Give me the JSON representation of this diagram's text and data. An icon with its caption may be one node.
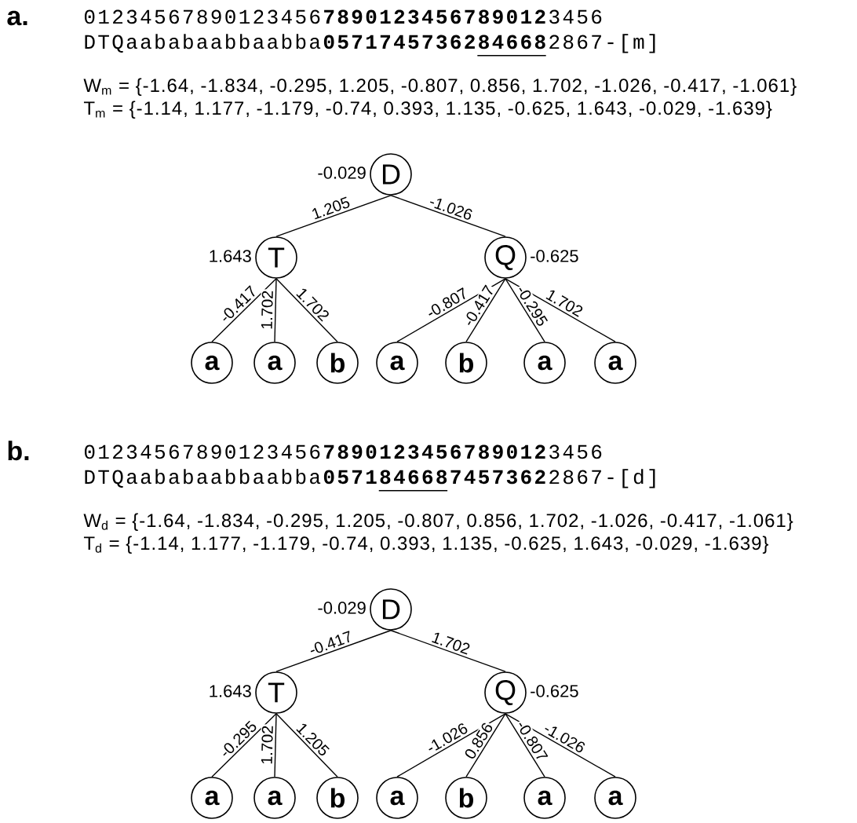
{
  "diagram": {
    "nodes": [
      {
        "text": [
          "D"
        ],
        "beside": [
          "-0.029"
        ]
      },
      {
        "text": [
          "T"
        ],
        "beside": [
          "1.643"
        ]
      },
      {
        "text": [
          "Q"
        ],
        "beside": [
          "-0.625"
        ]
      },
      {
        "text": [
          "a"
        ]
      },
      {
        "text": [
          "a"
        ]
      },
      {
        "text": [
          "b"
        ]
      },
      {
        "text": [
          "a"
        ]
      },
      {
        "text": [
          "b"
        ]
      },
      {
        "text": [
          "a"
        ]
      },
      {
        "text": [
          "a"
        ]
      },
      {
        "text": [
          "D"
        ],
        "beside": [
          "-0.029"
        ]
      },
      {
        "text": [
          "T"
        ],
        "beside": [
          "1.643"
        ]
      },
      {
        "text": [
          "Q"
        ],
        "beside": [
          "-0.625"
        ]
      },
      {
        "text": [
          "a"
        ]
      },
      {
        "text": [
          "a"
        ]
      },
      {
        "text": [
          "b"
        ]
      },
      {
        "text": [
          "a"
        ]
      },
      {
        "text": [
          "b"
        ]
      },
      {
        "text": [
          "a"
        ]
      },
      {
        "text": [
          "a"
        ]
      }
    ],
    "edges": [
      {
        "from": 0,
        "to": 1,
        "arrow": "none",
        "label": "1.205"
      },
      {
        "from": 0,
        "to": 2,
        "arrow": "none",
        "label": "-1.026"
      },
      {
        "from": 1,
        "to": 3,
        "arrow": "none",
        "label": "-0.417"
      },
      {
        "from": 1,
        "to": 4,
        "arrow": "none",
        "label": "1.702"
      },
      {
        "from": 1,
        "to": 5,
        "arrow": "none",
        "label": "1.702"
      },
      {
        "from": 2,
        "to": 6,
        "arrow": "none",
        "label": "-0.807"
      },
      {
        "from": 2,
        "to": 7,
        "arrow": "none",
        "label": "-0.417"
      },
      {
        "from": 2,
        "to": 8,
        "arrow": "none",
        "label": "-0.295"
      },
      {
        "from": 2,
        "to": 9,
        "arrow": "none",
        "label": "1.702"
      },
      {
        "from": 10,
        "to": 11,
        "arrow": "none",
        "label": "-0.417"
      },
      {
        "from": 10,
        "to": 12,
        "arrow": "none",
        "label": "1.702"
      },
      {
        "from": 11,
        "to": 13,
        "arrow": "none",
        "label": "-0.295"
      },
      {
        "from": 11,
        "to": 14,
        "arrow": "none",
        "label": "1.702"
      },
      {
        "from": 11,
        "to": 15,
        "arrow": "none",
        "label": "1.205"
      },
      {
        "from": 12,
        "to": 16,
        "arrow": "none",
        "label": "-1.026"
      },
      {
        "from": 12,
        "to": 17,
        "arrow": "none",
        "label": "0.856"
      },
      {
        "from": 12,
        "to": 18,
        "arrow": "none",
        "label": "-0.807"
      },
      {
        "from": 12,
        "to": 19,
        "arrow": "none",
        "label": "-1.026"
      }
    ],
    "labels": [
      "a.",
      "01234567890123456**7890123456789012**3456",
      "DTQaababaabbaabba**0571745736284668**2867-[m]",
      "W$_{m}$ = {-1.64, -1.834, -0.295, 1.205, -0.807, 0.856, 1.702, -1.026, -0.417, -1.061}",
      "T$_{m}$ = {-1.14, 1.177, -1.179, -0.74, 0.393, 1.135, -0.625, 1.643, -0.029, -1.639}",
      "b.",
      "01234567890123456**7890123456789012**3456",
      "DTQaababaabbaabba**0571846687457362**2867-[d]",
      "W$_{d}$ = {-1.64, -1.834, -0.295, 1.205, -0.807, 0.856, 1.702, -1.026, -0.417, -1.061}",
      "T$_{d}$ = {-1.14, 1.177, -1.179, -0.74, 0.393, 1.135, -0.625, 1.643, -0.029, -1.639}"
    ]
  }
}
